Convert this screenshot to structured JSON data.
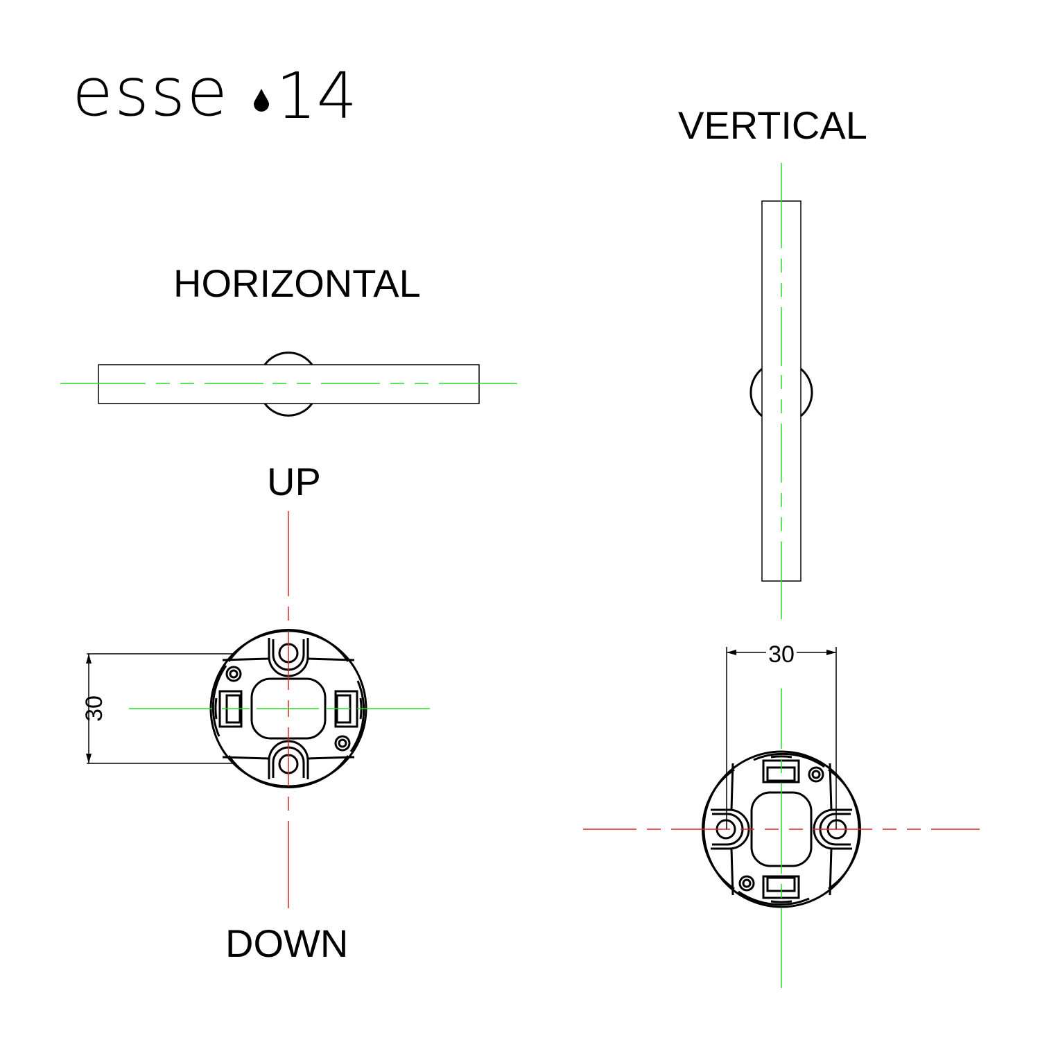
{
  "logo": {
    "text_left": "esse",
    "text_right": "14",
    "icon": "water-drop-icon"
  },
  "labels": {
    "horizontal": "HORIZONTAL",
    "vertical": "VERTICAL",
    "up": "UP",
    "down": "DOWN"
  },
  "dimensions": {
    "left_plate": "30",
    "right_plate": "30"
  },
  "colors": {
    "centerline_green": "#22dd22",
    "centerline_red": "#e02020",
    "outline": "#000000"
  }
}
